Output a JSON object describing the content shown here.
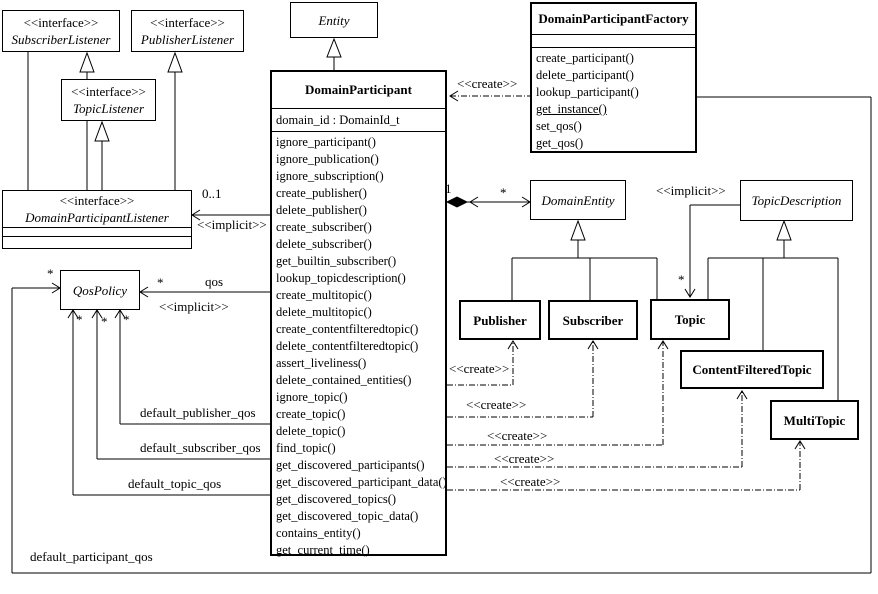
{
  "colors": {
    "line": "#000000",
    "background": "#ffffff",
    "text": "#000000"
  },
  "labels": {
    "create": "<<create>>",
    "implicit": "<<implicit>>",
    "star": "*",
    "one": "1",
    "zero_one": "0..1",
    "qos": "qos",
    "default_publisher_qos": "default_publisher_qos",
    "default_subscriber_qos": "default_subscriber_qos",
    "default_topic_qos": "default_topic_qos",
    "default_participant_qos": "default_participant_qos"
  },
  "classes": {
    "subscriber_listener": {
      "stereotype": "<<interface>>",
      "name": "SubscriberListener"
    },
    "publisher_listener": {
      "stereotype": "<<interface>>",
      "name": "PublisherListener"
    },
    "topic_listener": {
      "stereotype": "<<interface>>",
      "name": "TopicListener"
    },
    "domain_participant_listener": {
      "stereotype": "<<interface>>",
      "name": "DomainParticipantListener"
    },
    "entity": {
      "name": "Entity"
    },
    "domain_participant_factory": {
      "name": "DomainParticipantFactory",
      "methods": [
        "create_participant()",
        "delete_participant()",
        "lookup_participant()",
        "get_instance()",
        "set_qos()",
        "get_qos()"
      ],
      "static_method": "get_instance()"
    },
    "domain_participant": {
      "name": "DomainParticipant",
      "attributes": [
        "domain_id : DomainId_t"
      ],
      "methods": [
        "ignore_participant()",
        "ignore_publication()",
        "ignore_subscription()",
        "create_publisher()",
        "delete_publisher()",
        "create_subscriber()",
        "delete_subscriber()",
        "get_builtin_subscriber()",
        "lookup_topicdescription()",
        "create_multitopic()",
        "delete_multitopic()",
        "create_contentfilteredtopic()",
        "delete_contentfilteredtopic()",
        "assert_liveliness()",
        "delete_contained_entities()",
        "ignore_topic()",
        "create_topic()",
        "delete_topic()",
        "find_topic()",
        "get_discovered_participants()",
        "get_discovered_participant_data()",
        "get_discovered_topics()",
        "get_discovered_topic_data()",
        "contains_entity()",
        "get_current_time()"
      ]
    },
    "qos_policy": {
      "name": "QosPolicy"
    },
    "domain_entity": {
      "name": "DomainEntity"
    },
    "topic_description": {
      "name": "TopicDescription"
    },
    "publisher": {
      "name": "Publisher"
    },
    "subscriber": {
      "name": "Subscriber"
    },
    "topic": {
      "name": "Topic"
    },
    "content_filtered_topic": {
      "name": "ContentFilteredTopic"
    },
    "multi_topic": {
      "name": "MultiTopic"
    }
  }
}
